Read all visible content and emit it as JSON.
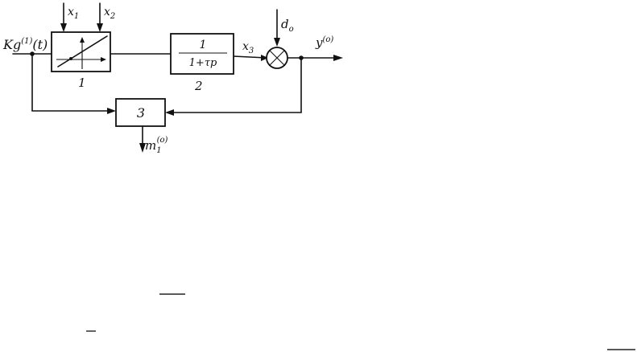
{
  "labels": {
    "input": "Kg",
    "input_sup": "(1)",
    "input_arg": "(t)",
    "x1": "x",
    "x1_sub": "1",
    "x2": "x",
    "x2_sub": "2",
    "x3": "x",
    "x3_sub": "3",
    "disturb": "d",
    "disturb_sub": "o",
    "output": "y",
    "output_sup": "(o)",
    "m": "m",
    "m_sub": "1",
    "m_sup": "(o)"
  },
  "blocks": {
    "block1_number": "1",
    "block2_number": "2",
    "block2_numerator": "1",
    "block2_denominator": "1+τp",
    "block3_label": "3"
  }
}
